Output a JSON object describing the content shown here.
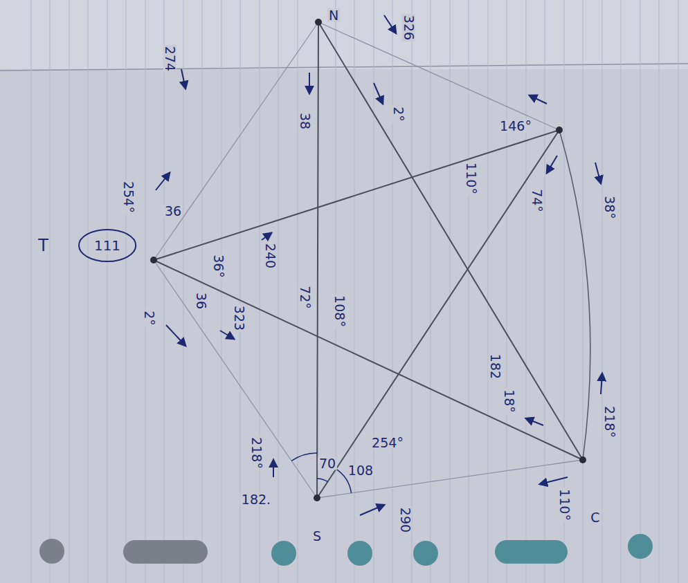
{
  "diagram": {
    "nodes": [
      {
        "text": [
          "111",
          "T"
        ]
      }
    ],
    "labels": [
      "N",
      "274",
      "326",
      "38",
      "2°",
      "146°",
      "110°",
      "74°",
      "38°",
      "254°",
      "36",
      "36°",
      "240",
      "36",
      "323",
      "2°",
      "72°",
      "108°",
      "182",
      "18°",
      "218°",
      "110°",
      "C",
      "218°",
      "182.",
      "70",
      "108",
      "254°",
      "290",
      "S"
    ]
  }
}
